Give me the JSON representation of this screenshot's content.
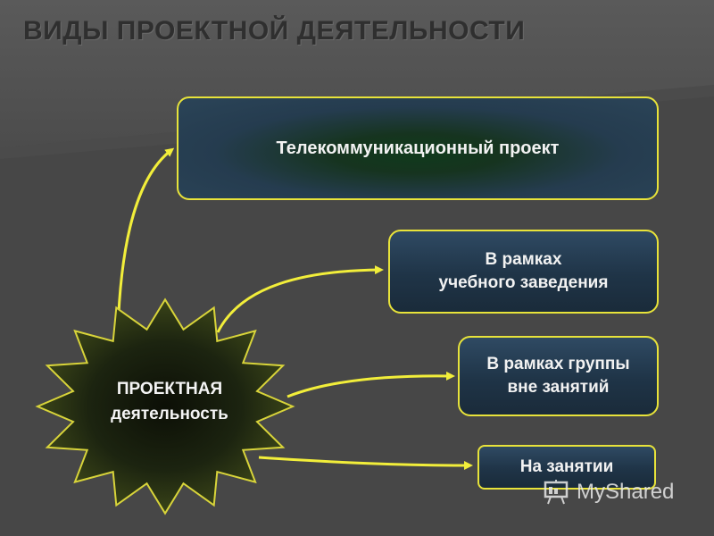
{
  "title": "ВИДЫ ПРОЕКТНОЙ ДЕЯТЕЛЬНОСТИ",
  "center": {
    "line1": "ПРОЕКТНАЯ",
    "line2": "деятельность"
  },
  "nodes": [
    {
      "line1": "Телекоммуникационный  проект",
      "line2": ""
    },
    {
      "line1": "В рамках",
      "line2": "учебного заведения"
    },
    {
      "line1": "В рамках группы",
      "line2": "вне занятий"
    },
    {
      "line1": "На занятии",
      "line2": ""
    }
  ],
  "watermark": "MyShared",
  "colors": {
    "background": "#4a4a4a",
    "accent": "#e8e33a",
    "box_fill": "#1f3447",
    "star_fill": "#1d2510"
  }
}
